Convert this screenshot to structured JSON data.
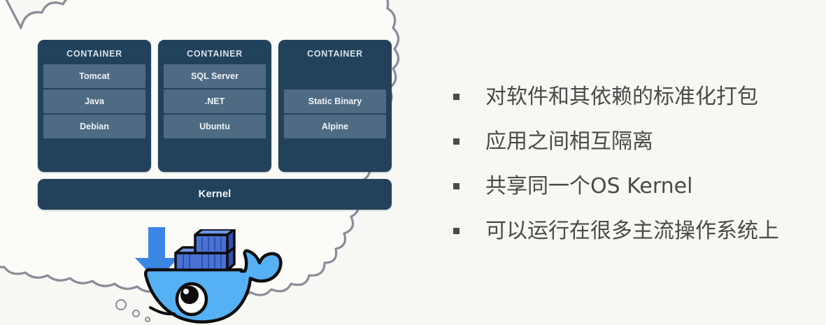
{
  "slide": {
    "background_color": "#f7f8f3"
  },
  "diagram": {
    "containers": [
      {
        "title": "CONTAINER",
        "layers": [
          {
            "label": "Tomcat",
            "empty": false
          },
          {
            "label": "Java",
            "empty": false
          },
          {
            "label": "Debian",
            "empty": false
          }
        ]
      },
      {
        "title": "CONTAINER",
        "layers": [
          {
            "label": "SQL Server",
            "empty": false
          },
          {
            "label": ".NET",
            "empty": false
          },
          {
            "label": "Ubuntu",
            "empty": false
          }
        ]
      },
      {
        "title": "CONTAINER",
        "layers": [
          {
            "label": "",
            "empty": true
          },
          {
            "label": "Static Binary",
            "empty": false
          },
          {
            "label": "Alpine",
            "empty": false
          }
        ]
      }
    ],
    "kernel_label": "Kernel",
    "colors": {
      "container_bg": "#22425c",
      "layer_bg": "#4f6b83",
      "text": "#eef4f8",
      "arrow": "#3c86e3",
      "whale": "#56b0f4",
      "cloud_stroke": "#8b8b9a"
    }
  },
  "bullets": [
    {
      "marker": "square-bullet",
      "text": "对软件和其依赖的标准化打包"
    },
    {
      "marker": "square-bullet",
      "text": "应用之间相互隔离"
    },
    {
      "marker": "square-bullet",
      "text": "共享同一个OS Kernel"
    },
    {
      "marker": "square-bullet",
      "text": " 可以运行在很多主流操作系统上"
    }
  ]
}
